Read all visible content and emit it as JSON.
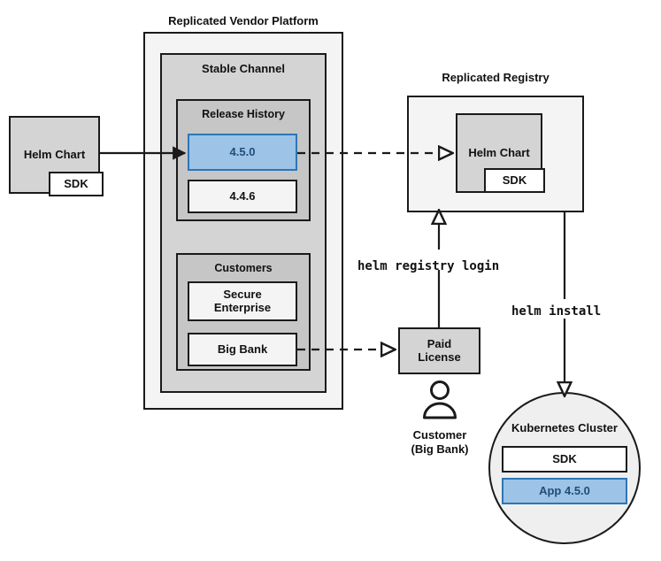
{
  "diagram": {
    "title_platform": "Replicated Vendor Platform",
    "title_registry": "Replicated Registry",
    "colors": {
      "accent_blue_fill": "#9dc3e6",
      "accent_blue_border": "#2e75b6",
      "accent_blue_text": "#1f4e79",
      "outline": "#1a1a1a",
      "platform_fill": "#f4f4f4",
      "channel_fill": "#d4d4d4",
      "release_history_fill": "#c6c6c6",
      "customers_fill": "#c6c6c6",
      "chart_fill": "#d4d4d4",
      "registry_fill": "#f4f4f4",
      "cluster_fill": "#efefef"
    }
  },
  "source_chart": {
    "name": "Helm Chart",
    "sdk": "SDK"
  },
  "platform": {
    "title": "Replicated Vendor Platform",
    "channel": {
      "title": "Stable Channel",
      "release_history": {
        "title": "Release History",
        "releases": [
          {
            "version": "4.5.0",
            "highlighted": true
          },
          {
            "version": "4.4.6",
            "highlighted": false
          }
        ]
      },
      "customers": {
        "title": "Customers",
        "items": [
          {
            "name": "Secure\nEnterprise",
            "line1": "Secure",
            "line2": "Enterprise"
          },
          {
            "name": "Big Bank",
            "line1": "Big Bank",
            "line2": ""
          }
        ]
      }
    }
  },
  "registry": {
    "title": "Replicated Registry",
    "chart": {
      "name": "Helm Chart",
      "sdk": "SDK"
    }
  },
  "license": {
    "line1": "Paid",
    "line2": "License"
  },
  "customer_actor": {
    "line1": "Customer",
    "line2": "(Big Bank)",
    "icon": "person-icon"
  },
  "commands": {
    "registry_login": "helm registry login",
    "install": "helm install"
  },
  "cluster": {
    "title": "Kubernetes Cluster",
    "components": [
      {
        "label": "SDK",
        "highlighted": false
      },
      {
        "label": "App 4.5.0",
        "highlighted": true
      }
    ]
  }
}
